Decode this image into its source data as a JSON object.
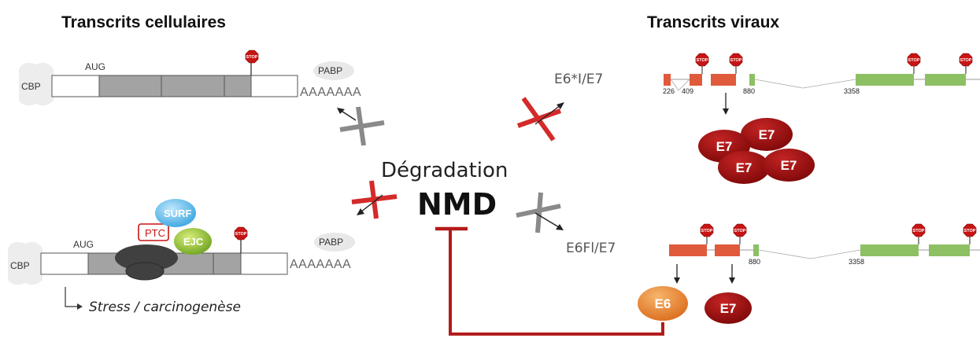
{
  "left_title": "Transcrits cellulaires",
  "right_title": "Transcrits viraux",
  "cap_binding": "CBP",
  "pabp": "PABP",
  "poly_a": "AAAAAAA",
  "start_codon": "AUG",
  "stop_sign": "STOP",
  "ptc": "PTC",
  "surf": "SURF",
  "ejc": "EJC",
  "stress_note": "Stress / carcinogenèse",
  "degradation": "Dégradation",
  "nmd": "NMD",
  "e6_star_label": "E6*I/E7",
  "e6fl_label": "E6Fl/E7",
  "splice_sites": {
    "s226": "226",
    "s409": "409",
    "s880": "880",
    "s3358": "3358"
  },
  "proteins": {
    "e7": "E7",
    "e6": "E6"
  },
  "colors": {
    "exon_red": "#e05a3c",
    "exon_green": "#8dc063",
    "protein_dark_red": "#9a0f0f",
    "inhibition_red": "#b31b1b",
    "cross_red": "#d42a2a",
    "cross_gray": "#8a8a8a"
  }
}
